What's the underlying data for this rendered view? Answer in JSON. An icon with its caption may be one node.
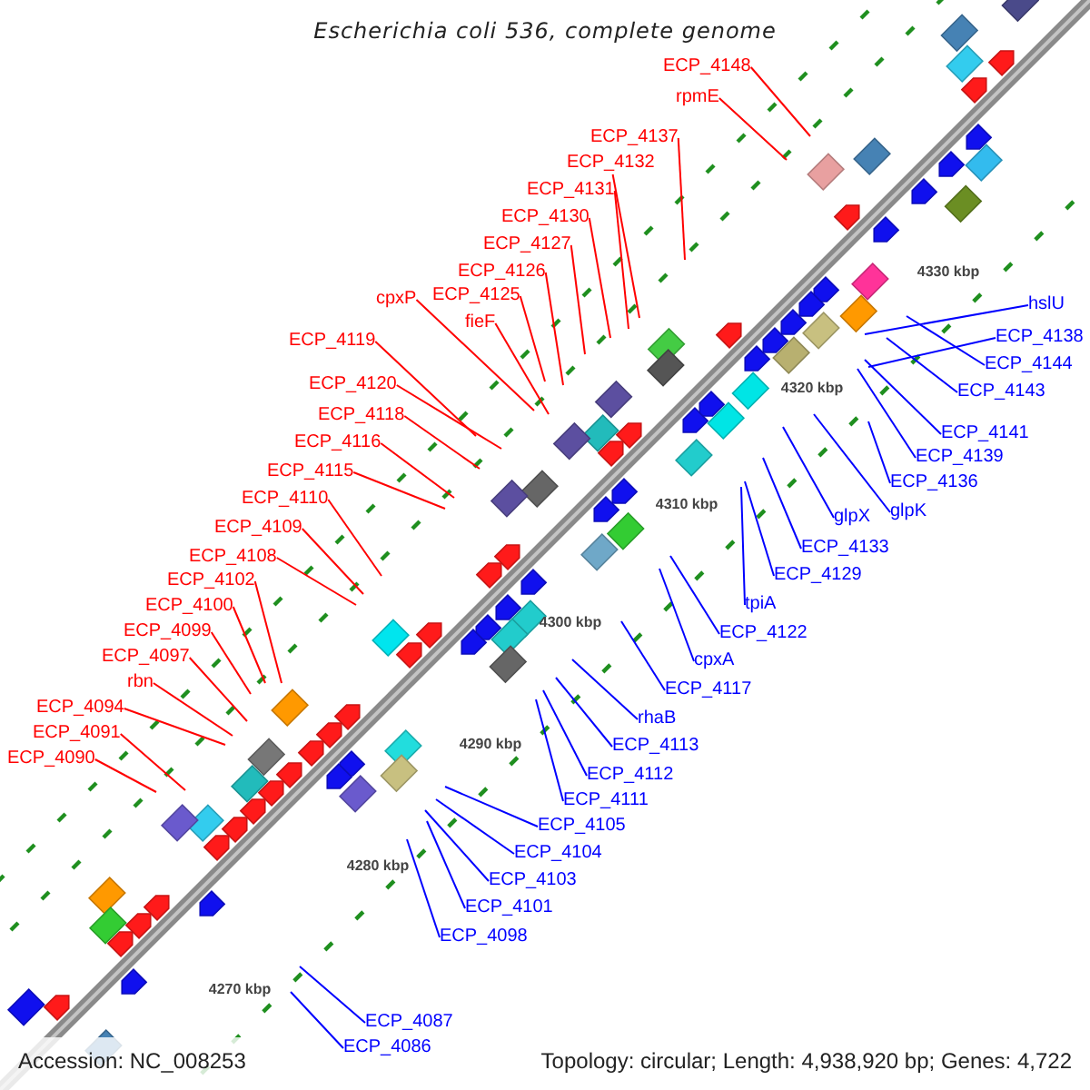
{
  "diagram": {
    "title": "Escherichia coli 536, complete genome",
    "nodes": [
      {
        "text": [
          "ECP_4148"
        ]
      },
      {
        "text": [
          "rpmE"
        ]
      },
      {
        "text": [
          "ECP_4137"
        ]
      },
      {
        "text": [
          "ECP_4132"
        ]
      },
      {
        "text": [
          "ECP_4131"
        ]
      },
      {
        "text": [
          "ECP_4130"
        ]
      },
      {
        "text": [
          "ECP_4127"
        ]
      },
      {
        "text": [
          "ECP_4126"
        ]
      },
      {
        "text": [
          "cpxP"
        ]
      },
      {
        "text": [
          "ECP_4125"
        ]
      },
      {
        "text": [
          "fieF"
        ]
      },
      {
        "text": [
          "ECP_4119"
        ]
      },
      {
        "text": [
          "ECP_4120"
        ]
      },
      {
        "text": [
          "ECP_4118"
        ]
      },
      {
        "text": [
          "ECP_4116"
        ]
      },
      {
        "text": [
          "ECP_4115"
        ]
      },
      {
        "text": [
          "ECP_4110"
        ]
      },
      {
        "text": [
          "ECP_4109"
        ]
      },
      {
        "text": [
          "ECP_4108"
        ]
      },
      {
        "text": [
          "ECP_4102"
        ]
      },
      {
        "text": [
          "rbn"
        ]
      },
      {
        "text": [
          "ECP_4100"
        ]
      },
      {
        "text": [
          "ECP_4094"
        ]
      },
      {
        "text": [
          "ECP_4099"
        ]
      },
      {
        "text": [
          "ECP_4097"
        ]
      },
      {
        "text": [
          "ECP_4091"
        ]
      },
      {
        "text": [
          "ECP_4090"
        ]
      },
      {
        "text": [
          "ECP_4144"
        ]
      },
      {
        "text": [
          "ECP_4143"
        ]
      },
      {
        "text": [
          "ECP_4141"
        ]
      },
      {
        "text": [
          "ECP_4139"
        ]
      },
      {
        "text": [
          "ECP_4136"
        ]
      },
      {
        "text": [
          "ECP_4138"
        ]
      },
      {
        "text": [
          "glpK"
        ]
      },
      {
        "text": [
          "glpX"
        ]
      },
      {
        "text": [
          "hslU"
        ]
      },
      {
        "text": [
          "ECP_4133"
        ]
      },
      {
        "text": [
          "ECP_4129"
        ]
      },
      {
        "text": [
          "tpiA"
        ]
      },
      {
        "text": [
          "ECP_4122"
        ]
      },
      {
        "text": [
          "cpxA"
        ]
      },
      {
        "text": [
          "ECP_4117"
        ]
      },
      {
        "text": [
          "rhaB"
        ]
      },
      {
        "text": [
          "ECP_4113"
        ]
      },
      {
        "text": [
          "ECP_4112"
        ]
      },
      {
        "text": [
          "ECP_4111"
        ]
      },
      {
        "text": [
          "ECP_4105"
        ]
      },
      {
        "text": [
          "ECP_4104"
        ]
      },
      {
        "text": [
          "ECP_4103"
        ]
      },
      {
        "text": [
          "ECP_4101"
        ]
      },
      {
        "text": [
          "ECP_4098"
        ]
      },
      {
        "text": [
          "ECP_4087"
        ]
      },
      {
        "text": [
          "ECP_4086"
        ]
      }
    ],
    "edges": [
      {
        "from": 0,
        "to": null,
        "arrow": "none"
      },
      {
        "from": 1,
        "to": null,
        "arrow": "none"
      },
      {
        "from": 2,
        "to": null,
        "arrow": "none"
      },
      {
        "from": 3,
        "to": null,
        "arrow": "none"
      },
      {
        "from": 4,
        "to": null,
        "arrow": "none"
      },
      {
        "from": 5,
        "to": null,
        "arrow": "none"
      },
      {
        "from": 6,
        "to": null,
        "arrow": "none"
      },
      {
        "from": 7,
        "to": null,
        "arrow": "none"
      },
      {
        "from": 8,
        "to": null,
        "arrow": "none"
      },
      {
        "from": 9,
        "to": null,
        "arrow": "none"
      },
      {
        "from": 10,
        "to": null,
        "arrow": "none"
      },
      {
        "from": 11,
        "to": null,
        "arrow": "none"
      },
      {
        "from": 12,
        "to": null,
        "arrow": "none"
      },
      {
        "from": 13,
        "to": null,
        "arrow": "none"
      },
      {
        "from": 14,
        "to": null,
        "arrow": "none"
      },
      {
        "from": 15,
        "to": null,
        "arrow": "none"
      },
      {
        "from": 16,
        "to": null,
        "arrow": "none"
      },
      {
        "from": 17,
        "to": null,
        "arrow": "none"
      },
      {
        "from": 18,
        "to": null,
        "arrow": "none"
      },
      {
        "from": 19,
        "to": null,
        "arrow": "none"
      },
      {
        "from": 20,
        "to": null,
        "arrow": "none"
      },
      {
        "from": 21,
        "to": null,
        "arrow": "none"
      },
      {
        "from": 22,
        "to": null,
        "arrow": "none"
      },
      {
        "from": 23,
        "to": null,
        "arrow": "none"
      },
      {
        "from": 24,
        "to": null,
        "arrow": "none"
      },
      {
        "from": 25,
        "to": null,
        "arrow": "none"
      },
      {
        "from": 26,
        "to": null,
        "arrow": "none"
      },
      {
        "from": 27,
        "to": null,
        "arrow": "none",
        "color": "#0000ff"
      },
      {
        "from": 28,
        "to": null,
        "arrow": "none",
        "color": "#0000ff"
      },
      {
        "from": 29,
        "to": null,
        "arrow": "none",
        "color": "#0000ff"
      },
      {
        "from": 30,
        "to": null,
        "arrow": "none",
        "color": "#0000ff"
      },
      {
        "from": 31,
        "to": null,
        "arrow": "none",
        "color": "#0000ff"
      },
      {
        "from": 32,
        "to": null,
        "arrow": "none",
        "color": "#0000ff"
      },
      {
        "from": 33,
        "to": null,
        "arrow": "none",
        "color": "#0000ff"
      },
      {
        "from": 34,
        "to": null,
        "arrow": "none",
        "color": "#0000ff"
      },
      {
        "from": 35,
        "to": null,
        "arrow": "none",
        "color": "#0000ff"
      },
      {
        "from": 36,
        "to": null,
        "arrow": "none",
        "color": "#0000ff"
      },
      {
        "from": 37,
        "to": null,
        "arrow": "none",
        "color": "#0000ff"
      },
      {
        "from": 38,
        "to": null,
        "arrow": "none",
        "color": "#0000ff"
      },
      {
        "from": 39,
        "to": null,
        "arrow": "none",
        "color": "#0000ff"
      },
      {
        "from": 40,
        "to": null,
        "arrow": "none",
        "color": "#0000ff"
      },
      {
        "from": 41,
        "to": null,
        "arrow": "none",
        "color": "#0000ff"
      },
      {
        "from": 42,
        "to": null,
        "arrow": "none",
        "color": "#0000ff"
      },
      {
        "from": 43,
        "to": null,
        "arrow": "none",
        "color": "#0000ff"
      },
      {
        "from": 44,
        "to": null,
        "arrow": "none",
        "color": "#0000ff"
      },
      {
        "from": 45,
        "to": null,
        "arrow": "none",
        "color": "#0000ff"
      },
      {
        "from": 46,
        "to": null,
        "arrow": "none",
        "color": "#0000ff"
      },
      {
        "from": 47,
        "to": null,
        "arrow": "none",
        "color": "#0000ff"
      },
      {
        "from": 48,
        "to": null,
        "arrow": "none",
        "color": "#0000ff"
      },
      {
        "from": 49,
        "to": null,
        "arrow": "none",
        "color": "#0000ff"
      },
      {
        "from": 50,
        "to": null,
        "arrow": "none",
        "color": "#0000ff"
      },
      {
        "from": 51,
        "to": null,
        "arrow": "none",
        "color": "#0000ff"
      },
      {
        "from": 52,
        "to": null,
        "arrow": "none",
        "color": "#0000ff"
      }
    ],
    "labels": [
      "4330 kbp",
      "4320 kbp",
      "4310 kbp",
      "4300 kbp",
      "4290 kbp",
      "4280 kbp",
      "4270 kbp",
      "Accession: NC_008253",
      "Topology: circular; Length: 4,938,920 bp; Genes: 4,722"
    ]
  }
}
